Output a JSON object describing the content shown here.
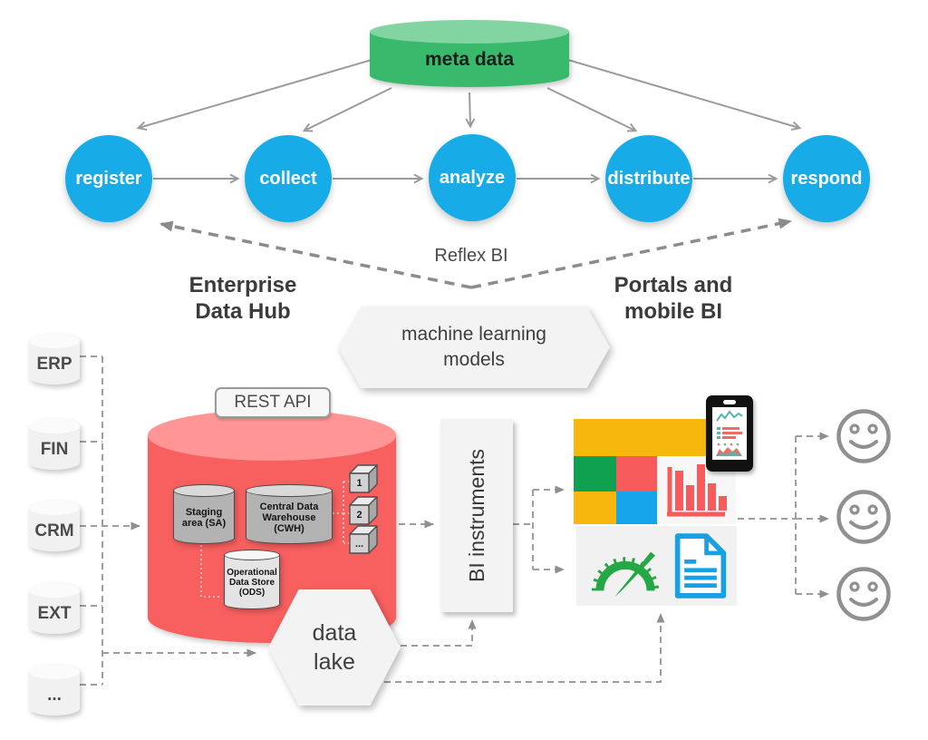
{
  "diagram": {
    "meta_data": {
      "label": "meta data",
      "color": "#38b96b"
    },
    "process_steps": [
      "register",
      "collect",
      "analyze",
      "distribute",
      "respond"
    ],
    "process_step_color": "#17ace8",
    "reflex_label": "Reflex BI",
    "sections": {
      "enterprise_hub": "Enterprise\nData Hub",
      "portals_mobile": "Portals and\nmobile BI"
    },
    "ml_models": {
      "label": "machine learning\nmodels"
    },
    "sources": [
      "ERP",
      "FIN",
      "CRM",
      "EXT",
      "..."
    ],
    "hub": {
      "rest_api": "REST API",
      "color": "#f8605f",
      "staging": "Staging area (SA)",
      "warehouse": "Central Data Warehouse (CWH)",
      "ods": "Operational Data Store (ODS)",
      "cubes": [
        "1",
        "2",
        "..."
      ]
    },
    "data_lake": {
      "label": "data\nlake"
    },
    "bi_instruments": {
      "label": "BI instruments"
    },
    "dashboard": {
      "tile_colors": {
        "yellow": "#f7b70c",
        "green": "#0fa14f",
        "red": "#f75b5b",
        "blue": "#14a5ea"
      },
      "chart_bar_color": "#f75b5b",
      "gauge_color": "#23a845",
      "document_color": "#17a0e3",
      "icons": [
        "bar-chart-icon",
        "mobile-phone-icon",
        "gauge-icon",
        "report-document-icon"
      ]
    },
    "users": {
      "icon": "smiley-face-icon",
      "count": 3
    }
  }
}
